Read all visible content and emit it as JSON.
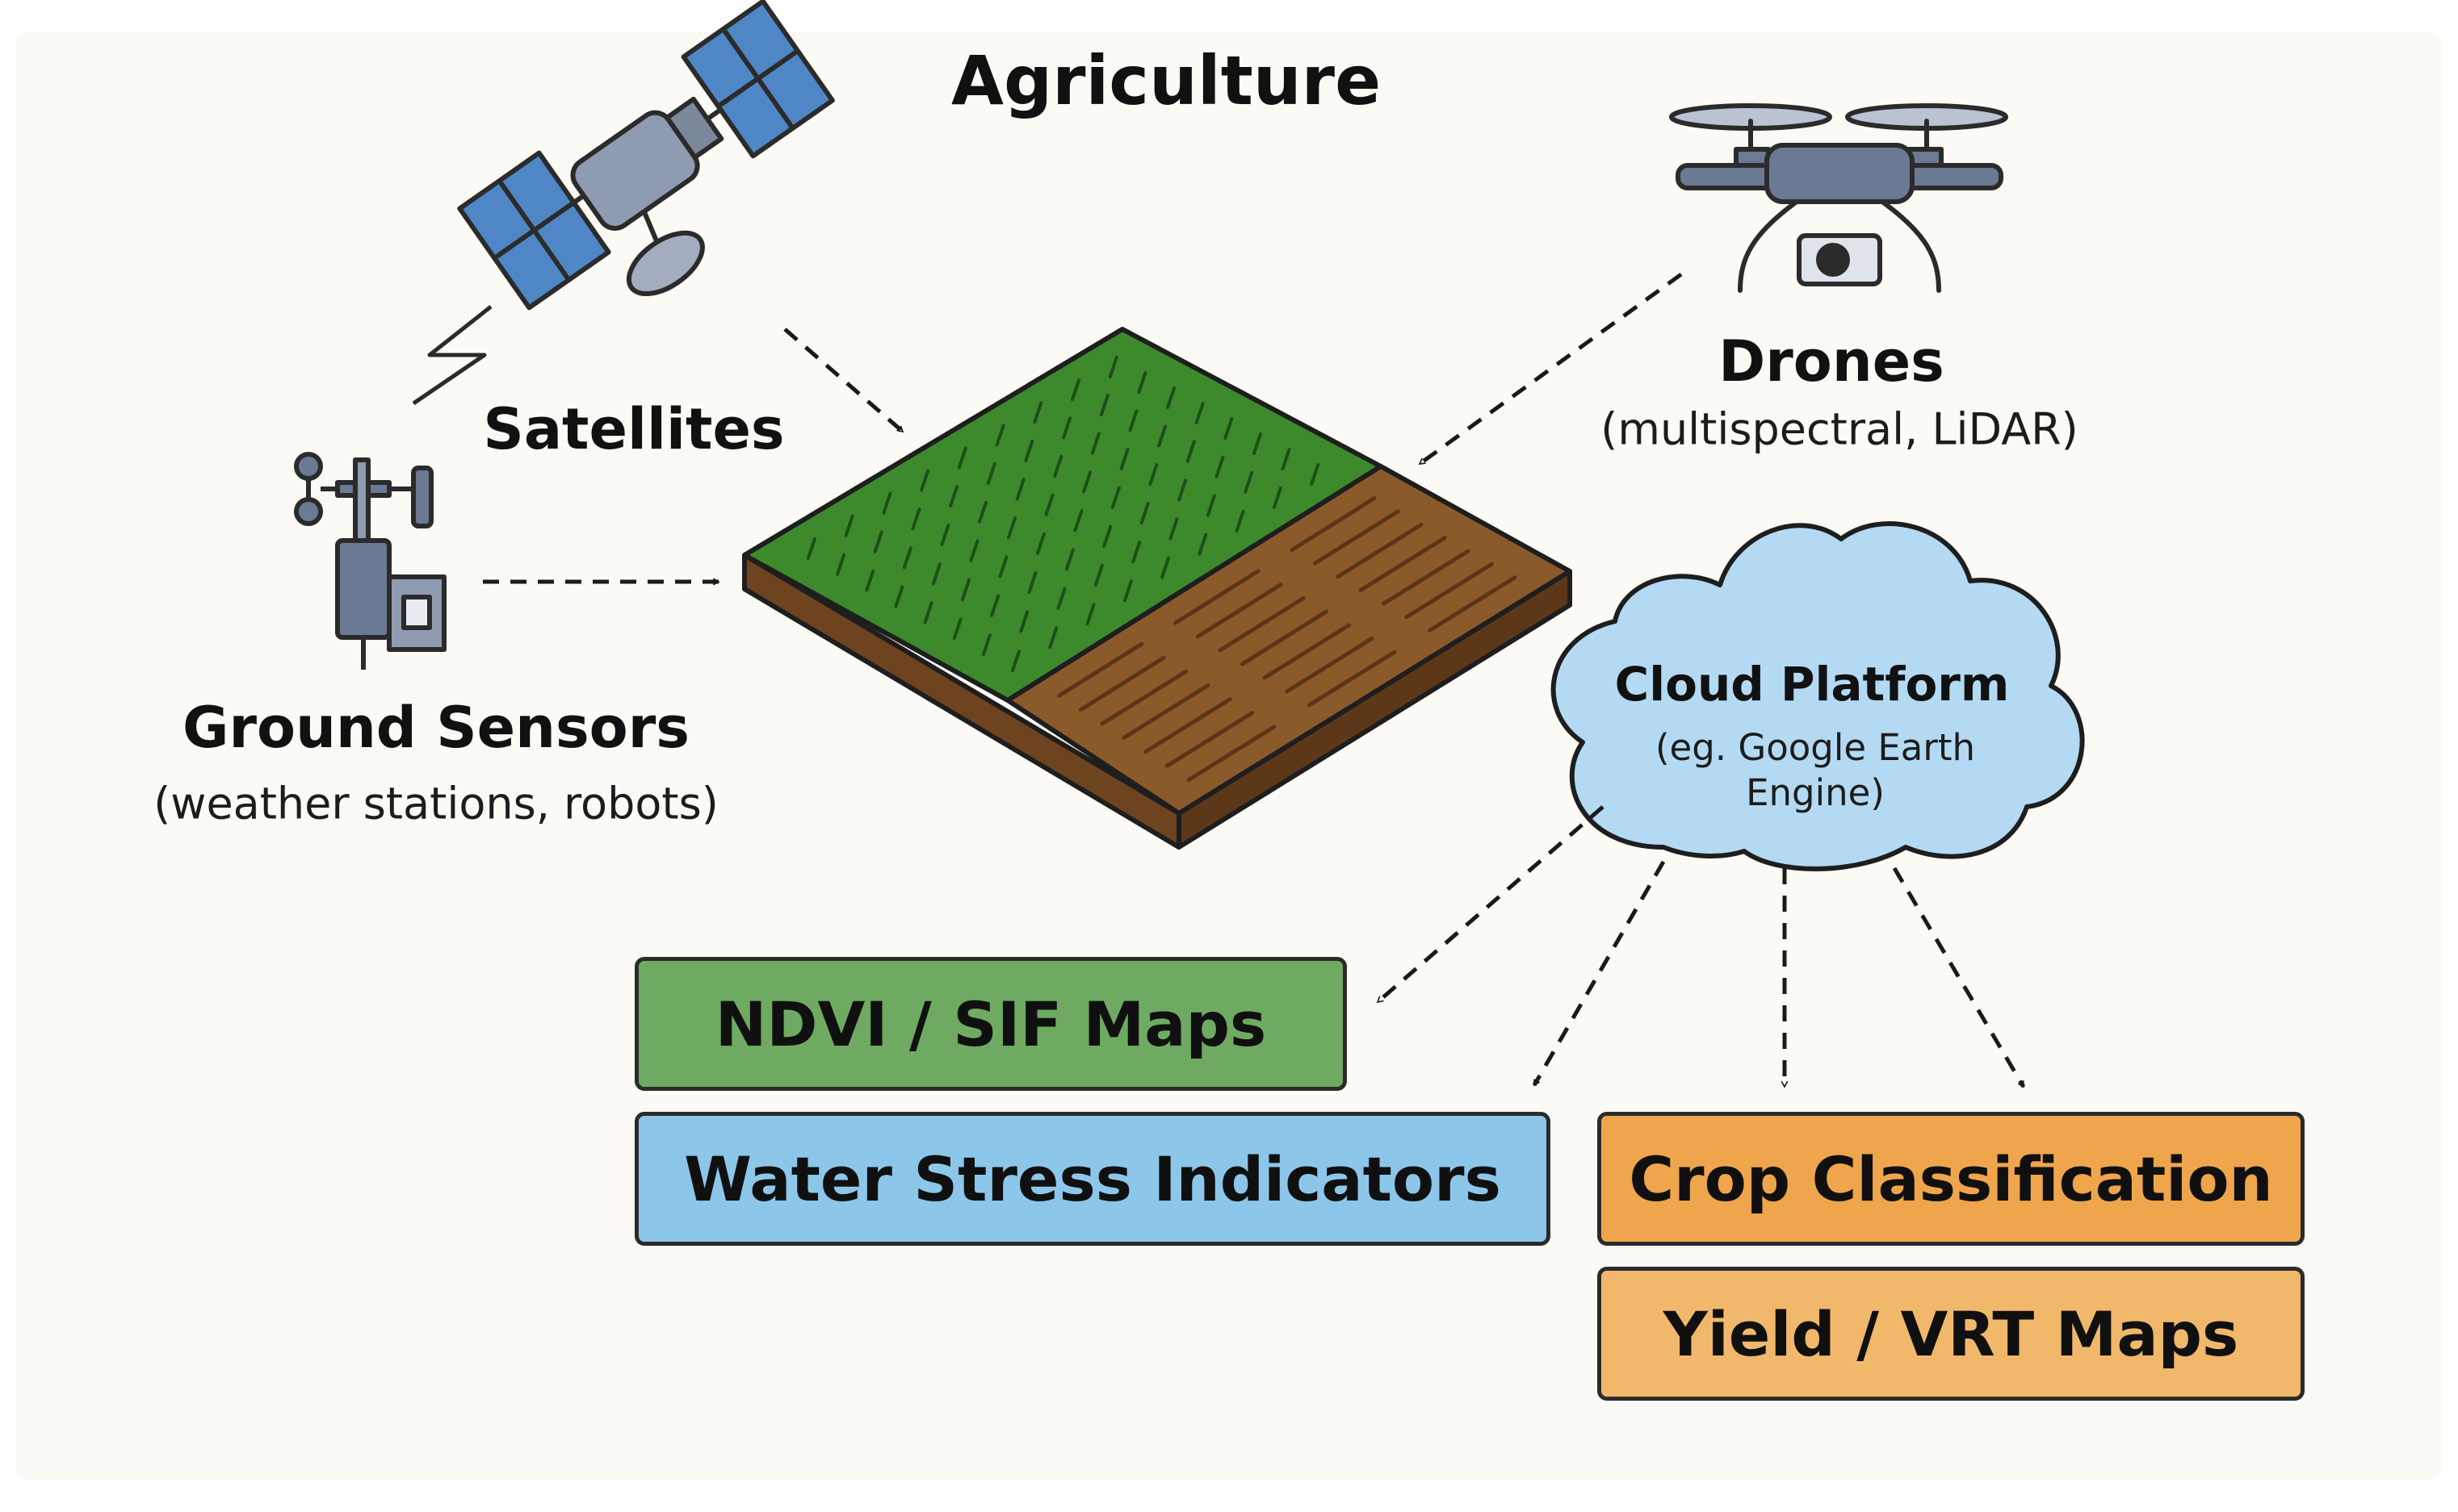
{
  "title": "Agriculture",
  "sources": {
    "satellites": {
      "label": "Satellites",
      "icon": "satellite-icon"
    },
    "drones": {
      "label": "Drones",
      "sublabel": "(multispectral, LiDAR)",
      "icon": "drone-icon"
    },
    "ground_sensors": {
      "label": "Ground Sensors",
      "sublabel": "(weather stations, robots)",
      "icon": "weather-station-icon"
    }
  },
  "cloud": {
    "label": "Cloud Platform",
    "sublabel_line1": "(eg. Google Earth",
    "sublabel_line2": "Engine)",
    "icon": "cloud-icon",
    "color": "#b3daf2"
  },
  "field": {
    "icon": "farm-field-icon",
    "crop_color": "#3c8a2c",
    "soil_color": "#8b5a2b"
  },
  "outputs": [
    {
      "label": "NDVI / SIF Maps",
      "color": "#6faa62"
    },
    {
      "label": "Water Stress Indicators",
      "color": "#8cc7ea"
    },
    {
      "label": "Crop Classification",
      "color": "#efa54c"
    },
    {
      "label": "Yield / VRT Maps",
      "color": "#f1b86b"
    }
  ]
}
